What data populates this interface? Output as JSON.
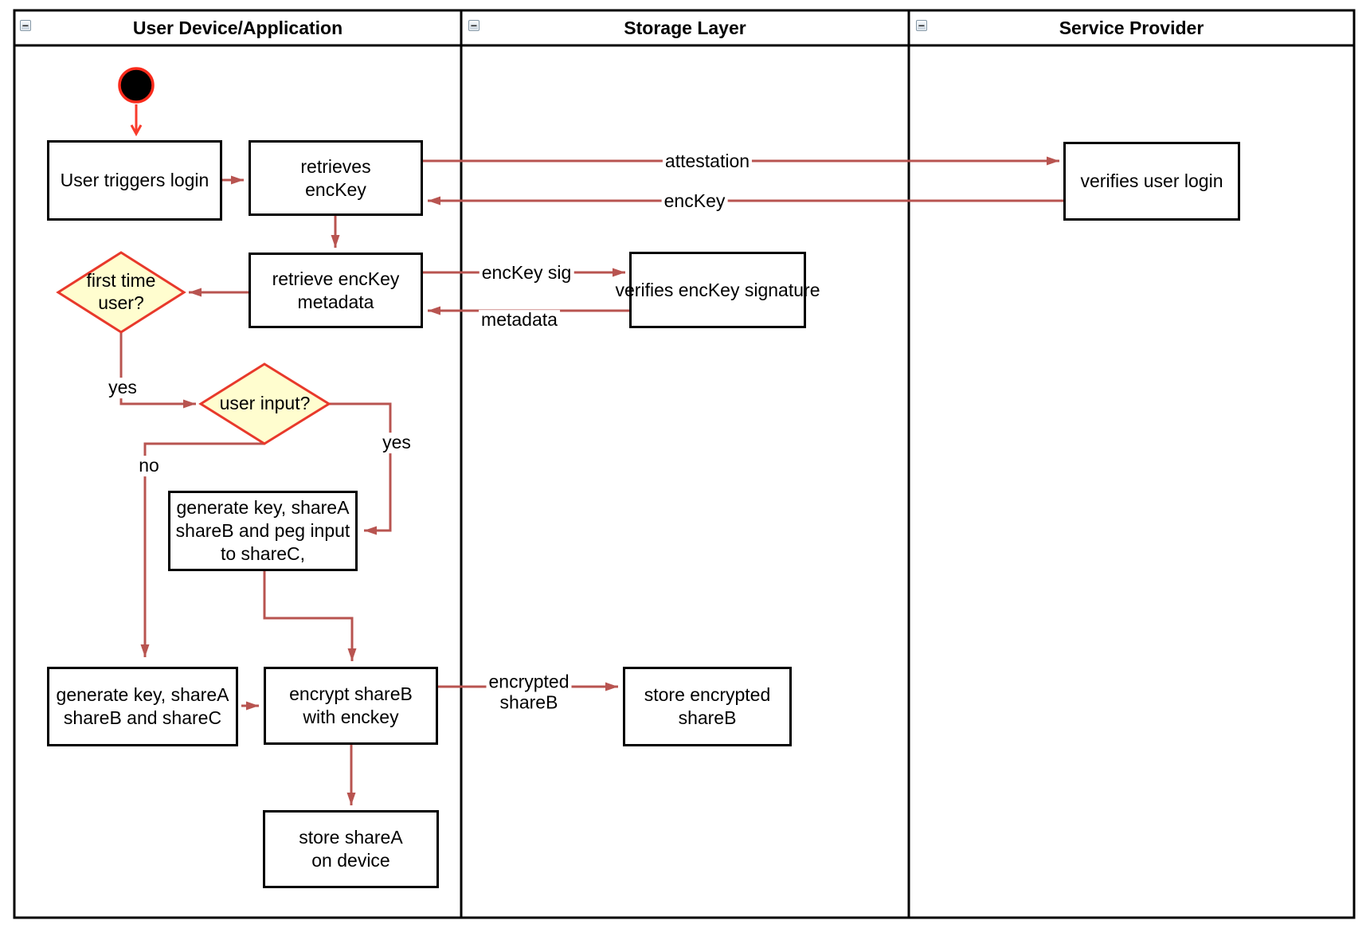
{
  "diagram_title": "key share provisioning activity diagram",
  "lanes": [
    {
      "title": "User Device/Application"
    },
    {
      "title": "Storage Layer"
    },
    {
      "title": "Service Provider"
    }
  ],
  "icons": {
    "collapse_glyph": "−"
  },
  "nodes": {
    "user_triggers_login": {
      "label": "User triggers login"
    },
    "retrieves_enckey": {
      "label": "retrieves\nencKey"
    },
    "verifies_user_login": {
      "label": "verifies user login"
    },
    "retrieve_enckey_metadata": {
      "label": "retrieve encKey\nmetadata"
    },
    "verifies_enckey_signature": {
      "label": "verifies encKey signature"
    },
    "first_time_user": {
      "label": "first time\nuser?"
    },
    "user_input": {
      "label": "user input?"
    },
    "generate_key_peg_input": {
      "label": "generate key, shareA\nshareB and peg input\nto shareC,"
    },
    "generate_key_sharec": {
      "label": "generate key, shareA\nshareB and shareC"
    },
    "encrypt_shareb": {
      "label": "encrypt shareB\nwith enckey"
    },
    "store_encrypted_shareb": {
      "label": "store encrypted\nshareB"
    },
    "store_sharea": {
      "label": "store shareA\non device"
    }
  },
  "edge_labels": {
    "attestation": "attestation",
    "enckey": "encKey",
    "enckey_sig": "encKey sig",
    "metadata": "metadata",
    "yes_first_time": "yes",
    "yes_user_input": "yes",
    "no_user_input": "no",
    "encrypted_shareb": "encrypted\nshareB"
  },
  "edges": [
    {
      "from": "start",
      "to": "user_triggers_login",
      "label": ""
    },
    {
      "from": "user_triggers_login",
      "to": "retrieves_enckey",
      "label": ""
    },
    {
      "from": "retrieves_enckey",
      "to": "verifies_user_login",
      "label": "attestation"
    },
    {
      "from": "verifies_user_login",
      "to": "retrieves_enckey",
      "label": "encKey"
    },
    {
      "from": "retrieves_enckey",
      "to": "retrieve_enckey_metadata",
      "label": ""
    },
    {
      "from": "retrieve_enckey_metadata",
      "to": "first_time_user",
      "label": ""
    },
    {
      "from": "retrieve_enckey_metadata",
      "to": "verifies_enckey_signature",
      "label": "encKey sig"
    },
    {
      "from": "verifies_enckey_signature",
      "to": "retrieve_enckey_metadata",
      "label": "metadata"
    },
    {
      "from": "first_time_user",
      "to": "user_input",
      "label": "yes"
    },
    {
      "from": "user_input",
      "to": "generate_key_peg_input",
      "label": "yes"
    },
    {
      "from": "user_input",
      "to": "generate_key_sharec",
      "label": "no"
    },
    {
      "from": "generate_key_peg_input",
      "to": "encrypt_shareb",
      "label": ""
    },
    {
      "from": "generate_key_sharec",
      "to": "encrypt_shareb",
      "label": ""
    },
    {
      "from": "encrypt_shareb",
      "to": "store_encrypted_shareb",
      "label": "encrypted shareB"
    },
    {
      "from": "encrypt_shareb",
      "to": "store_sharea",
      "label": ""
    }
  ],
  "colors": {
    "arrow": "#B85450",
    "start_arrow": "#F93B2C",
    "start_fill": "#000000",
    "start_ring": "#FA2B1C",
    "decision_fill": "#FFFDCF",
    "decision_border": "#E8392B",
    "node_border": "#000000",
    "node_fill": "#FFFFFF",
    "lane_border": "#000000"
  }
}
